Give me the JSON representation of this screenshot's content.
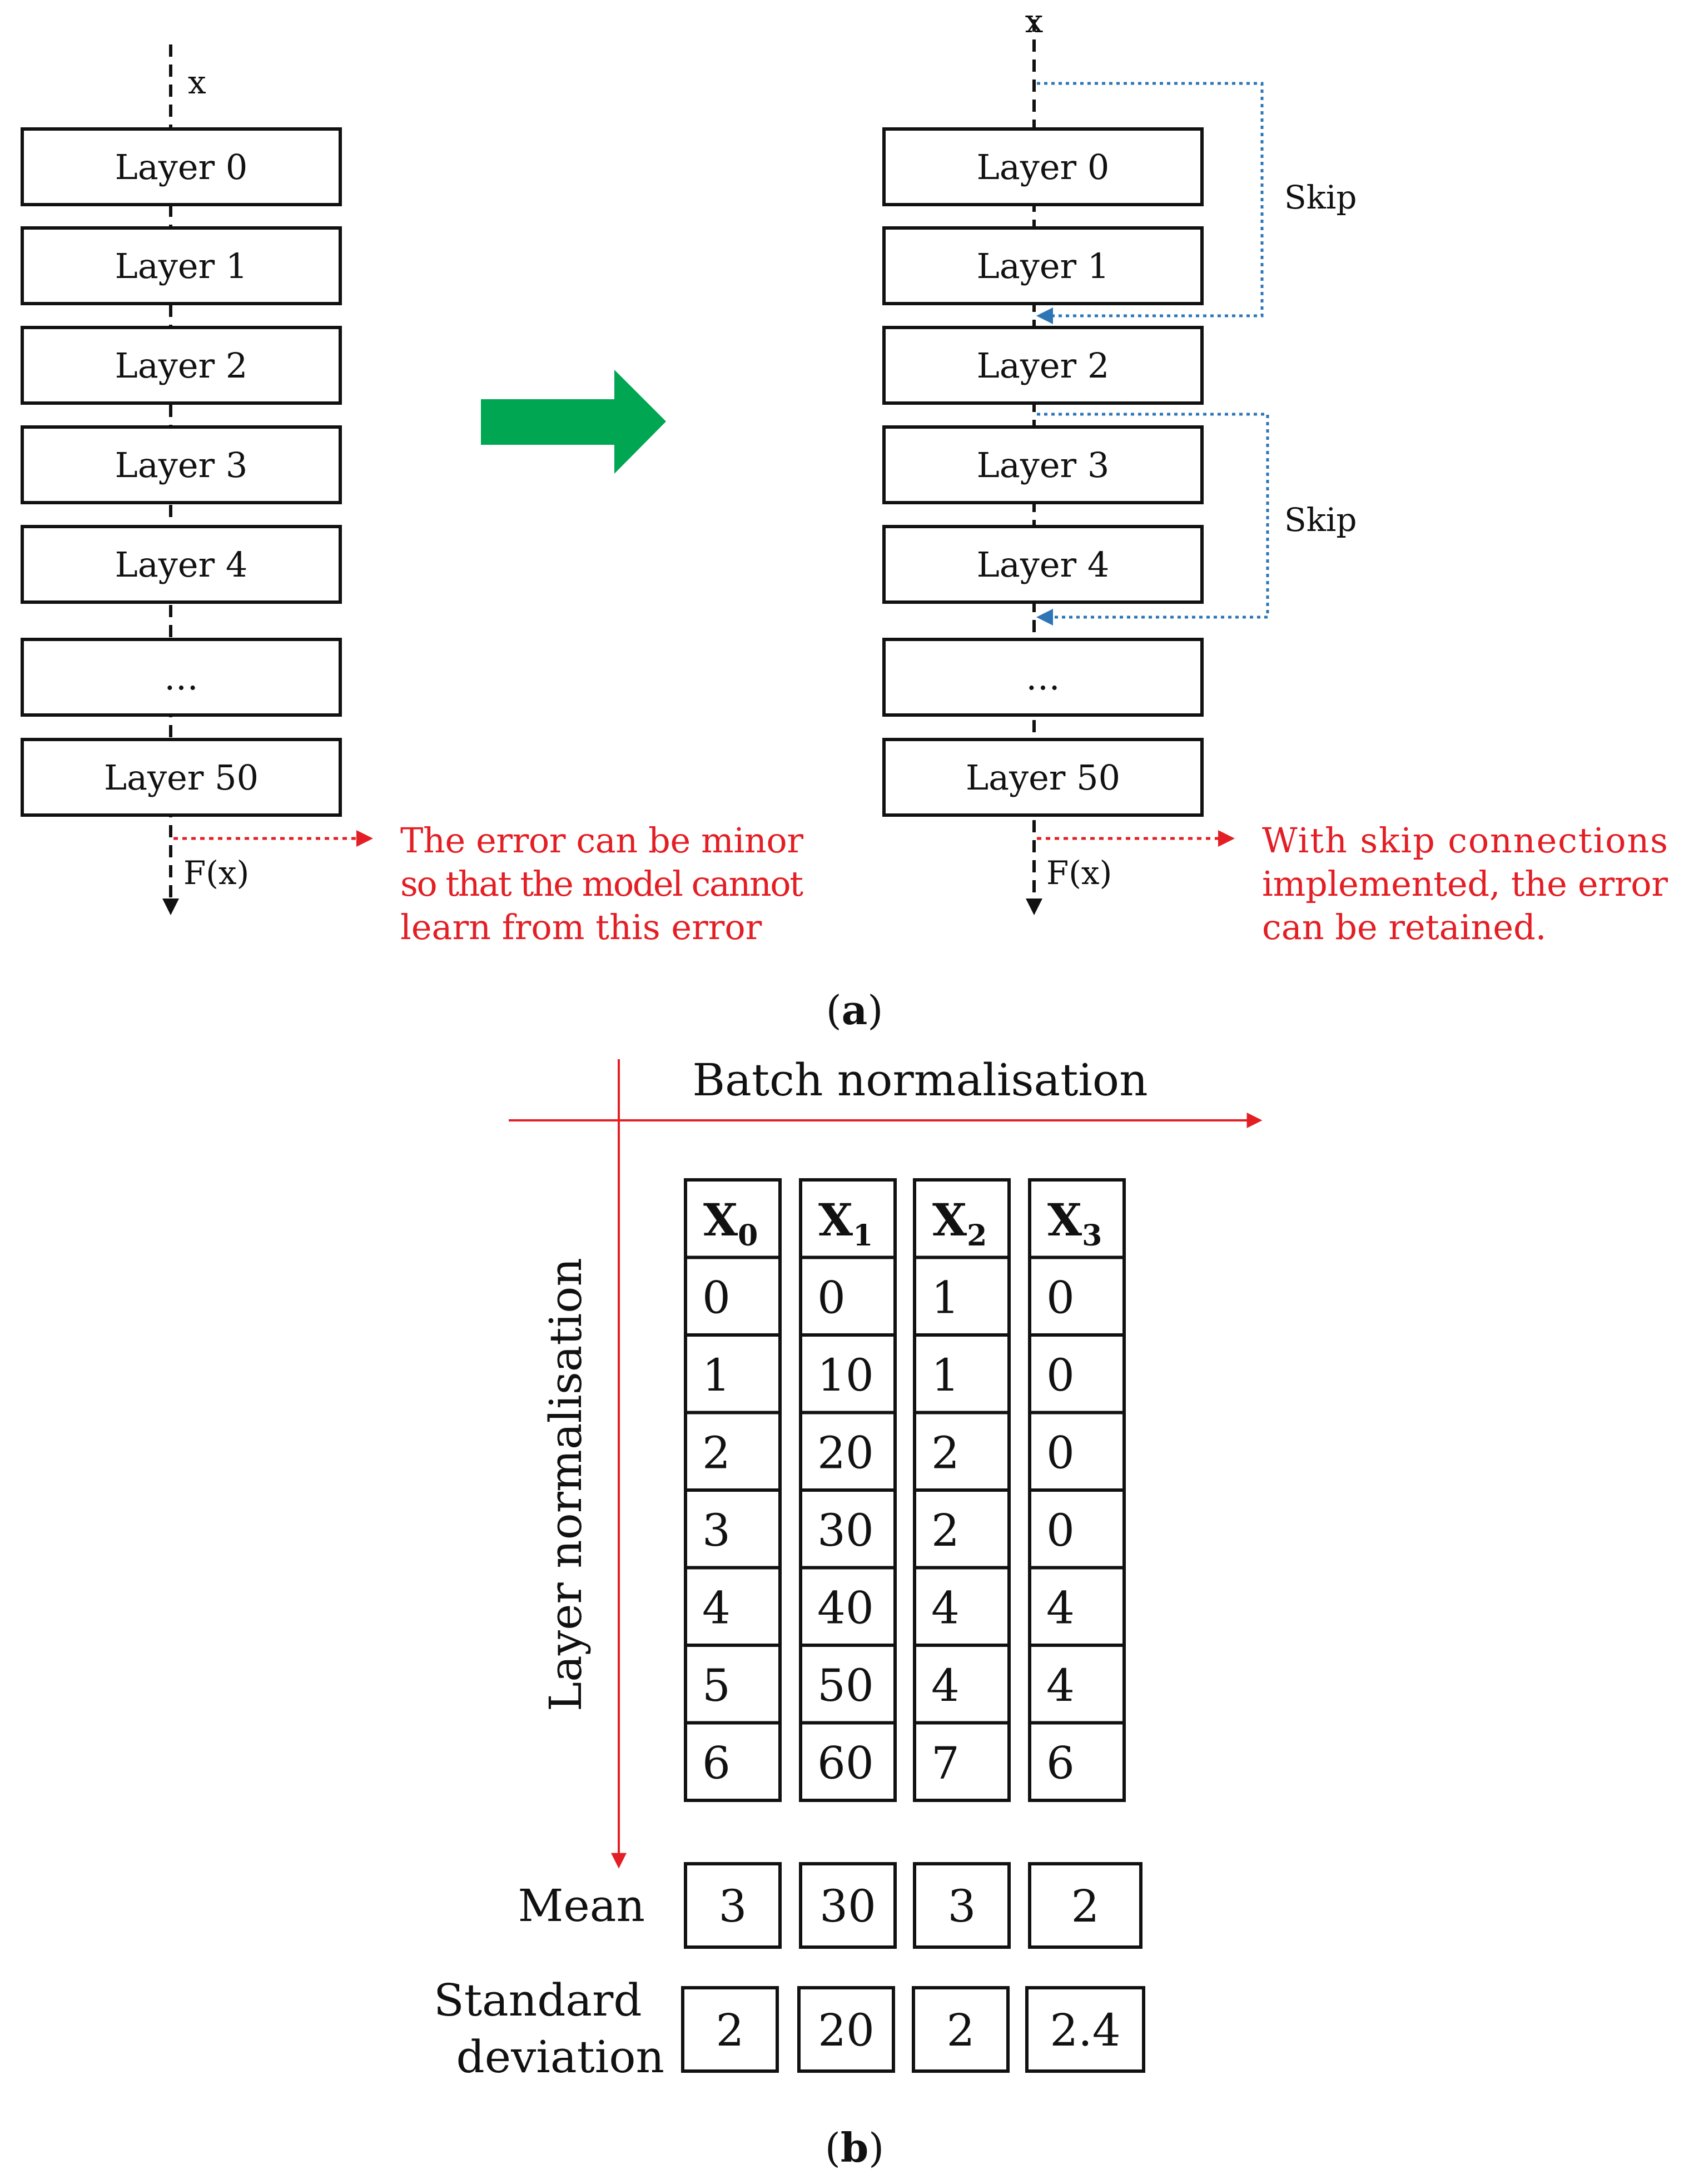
{
  "panel_a": {
    "left": {
      "input_label": "x",
      "output_label": "F(x)",
      "layers": [
        "Layer 0",
        "Layer 1",
        "Layer 2",
        "Layer 3",
        "Layer 4",
        "…",
        "Layer 50"
      ],
      "note_lines": [
        "The error can be minor",
        "so that the model cannot",
        "learn from this error"
      ]
    },
    "right": {
      "input_label": "x",
      "output_label": "F(x)",
      "layers": [
        "Layer 0",
        "Layer 1",
        "Layer 2",
        "Layer 3",
        "Layer 4",
        "…",
        "Layer 50"
      ],
      "skip_labels": [
        "Skip",
        "Skip"
      ],
      "note_lines": [
        "With skip connections",
        "implemented, the error",
        "can be retained."
      ]
    },
    "caption_letter": "a",
    "colors": {
      "arrow": "#00a651",
      "error": "#e31e24",
      "skip": "#2e75b6"
    }
  },
  "panel_b": {
    "batch_label": "Batch normalisation",
    "layer_label": "Layer normalisation",
    "headers": [
      {
        "base": "X",
        "sub": "0"
      },
      {
        "base": "X",
        "sub": "1"
      },
      {
        "base": "X",
        "sub": "2"
      },
      {
        "base": "X",
        "sub": "3"
      }
    ],
    "columns": [
      [
        "0",
        "1",
        "2",
        "3",
        "4",
        "5",
        "6"
      ],
      [
        "0",
        "10",
        "20",
        "30",
        "40",
        "50",
        "60"
      ],
      [
        "1",
        "1",
        "2",
        "2",
        "4",
        "4",
        "7"
      ],
      [
        "0",
        "0",
        "0",
        "0",
        "4",
        "4",
        "6"
      ]
    ],
    "mean_label": "Mean",
    "means": [
      "3",
      "30",
      "3",
      "2"
    ],
    "std_label_lines": [
      "Standard",
      "deviation"
    ],
    "stds": [
      "2",
      "20",
      "2",
      "2.4"
    ],
    "caption_letter": "b",
    "colors": {
      "axis": "#e31e24"
    }
  }
}
